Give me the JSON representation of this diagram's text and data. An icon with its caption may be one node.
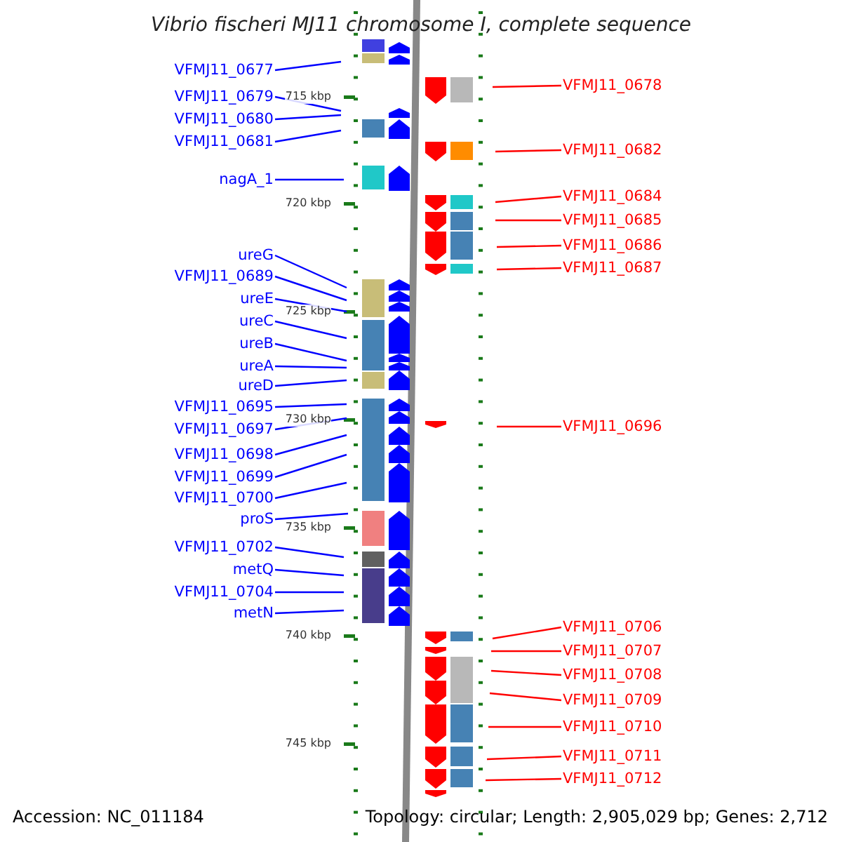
{
  "diagram": {
    "title": "Vibrio fischeri MJ11 chromosome I, complete sequence",
    "nodes": [
      {
        "text": [
          "VFMJ11_0677"
        ]
      },
      {
        "text": [
          "VFMJ11_0678"
        ]
      },
      {
        "text": [
          "VFMJ11_0679"
        ]
      },
      {
        "text": [
          "VFMJ11_0680"
        ]
      },
      {
        "text": [
          "VFMJ11_0681"
        ]
      },
      {
        "text": [
          "VFMJ11_0682"
        ]
      },
      {
        "text": [
          "nagA_1"
        ]
      },
      {
        "text": [
          "VFMJ11_0684"
        ]
      },
      {
        "text": [
          "VFMJ11_0685"
        ]
      },
      {
        "text": [
          "VFMJ11_0686"
        ]
      },
      {
        "text": [
          "ureG"
        ]
      },
      {
        "text": [
          "VFMJ11_0687"
        ]
      },
      {
        "text": [
          "VFMJ11_0689"
        ]
      },
      {
        "text": [
          "ureE"
        ]
      },
      {
        "text": [
          "ureC"
        ]
      },
      {
        "text": [
          "ureB"
        ]
      },
      {
        "text": [
          "ureA"
        ]
      },
      {
        "text": [
          "ureD"
        ]
      },
      {
        "text": [
          "VFMJ11_0695"
        ]
      },
      {
        "text": [
          "VFMJ11_0696"
        ]
      },
      {
        "text": [
          "VFMJ11_0697"
        ]
      },
      {
        "text": [
          "VFMJ11_0698"
        ]
      },
      {
        "text": [
          "VFMJ11_0699"
        ]
      },
      {
        "text": [
          "VFMJ11_0700"
        ]
      },
      {
        "text": [
          "proS"
        ]
      },
      {
        "text": [
          "VFMJ11_0702"
        ]
      },
      {
        "text": [
          "metQ"
        ]
      },
      {
        "text": [
          "VFMJ11_0704"
        ]
      },
      {
        "text": [
          "metN"
        ]
      },
      {
        "text": [
          "VFMJ11_0706"
        ]
      },
      {
        "text": [
          "VFMJ11_0707"
        ]
      },
      {
        "text": [
          "VFMJ11_0708"
        ]
      },
      {
        "text": [
          "VFMJ11_0709"
        ]
      },
      {
        "text": [
          "VFMJ11_0710"
        ]
      },
      {
        "text": [
          "VFMJ11_0711"
        ]
      },
      {
        "text": [
          "VFMJ11_0712"
        ]
      }
    ],
    "edges": [
      {
        "from": 0,
        "to": null,
        "arrow": "none"
      },
      {
        "from": 1,
        "to": null,
        "arrow": "none",
        "color": "#ff0000"
      },
      {
        "from": 2,
        "to": null,
        "arrow": "none"
      },
      {
        "from": 3,
        "to": null,
        "arrow": "none"
      },
      {
        "from": 4,
        "to": null,
        "arrow": "none"
      },
      {
        "from": 5,
        "to": null,
        "arrow": "none",
        "color": "#ff0000"
      },
      {
        "from": 6,
        "to": null,
        "arrow": "none"
      },
      {
        "from": 7,
        "to": null,
        "arrow": "none",
        "color": "#ff0000"
      },
      {
        "from": 8,
        "to": null,
        "arrow": "none",
        "color": "#ff0000"
      },
      {
        "from": 9,
        "to": null,
        "arrow": "none",
        "color": "#ff0000"
      },
      {
        "from": 10,
        "to": null,
        "arrow": "none"
      },
      {
        "from": 11,
        "to": null,
        "arrow": "none",
        "color": "#ff0000"
      },
      {
        "from": 12,
        "to": null,
        "arrow": "none"
      },
      {
        "from": 13,
        "to": null,
        "arrow": "none"
      },
      {
        "from": 14,
        "to": null,
        "arrow": "none"
      },
      {
        "from": 15,
        "to": null,
        "arrow": "none"
      },
      {
        "from": 16,
        "to": null,
        "arrow": "none"
      },
      {
        "from": 17,
        "to": null,
        "arrow": "none"
      },
      {
        "from": 18,
        "to": null,
        "arrow": "none"
      },
      {
        "from": 19,
        "to": null,
        "arrow": "none",
        "color": "#ff0000"
      },
      {
        "from": 20,
        "to": null,
        "arrow": "none"
      },
      {
        "from": 21,
        "to": null,
        "arrow": "none"
      },
      {
        "from": 22,
        "to": null,
        "arrow": "none"
      },
      {
        "from": 23,
        "to": null,
        "arrow": "none"
      },
      {
        "from": 24,
        "to": null,
        "arrow": "none"
      },
      {
        "from": 25,
        "to": null,
        "arrow": "none"
      },
      {
        "from": 26,
        "to": null,
        "arrow": "none"
      },
      {
        "from": 27,
        "to": null,
        "arrow": "none"
      },
      {
        "from": 28,
        "to": null,
        "arrow": "none"
      },
      {
        "from": 29,
        "to": null,
        "arrow": "none",
        "color": "#ff0000"
      },
      {
        "from": 30,
        "to": null,
        "arrow": "none",
        "color": "#ff0000"
      },
      {
        "from": 31,
        "to": null,
        "arrow": "none",
        "color": "#ff0000"
      },
      {
        "from": 32,
        "to": null,
        "arrow": "none",
        "color": "#ff0000"
      },
      {
        "from": 33,
        "to": null,
        "arrow": "none",
        "color": "#ff0000"
      },
      {
        "from": 34,
        "to": null,
        "arrow": "none",
        "color": "#ff0000"
      },
      {
        "from": 35,
        "to": null,
        "arrow": "none",
        "color": "#ff0000"
      }
    ],
    "labels": [
      "715 kbp",
      "720 kbp",
      "725 kbp",
      "730 kbp",
      "735 kbp",
      "740 kbp",
      "745 kbp",
      "Accession: NC_011184",
      "Topology: circular; Length: 2,905,029 bp; Genes: 2,712"
    ]
  }
}
